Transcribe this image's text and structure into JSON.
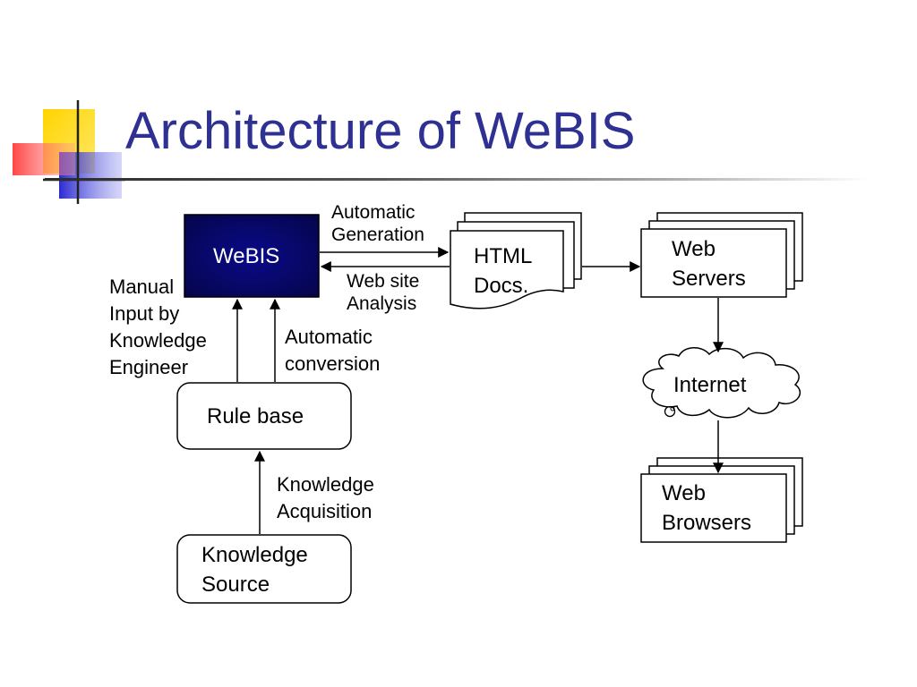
{
  "slide": {
    "title": "Architecture of WeBIS"
  },
  "nodes": {
    "webis": "WeBIS",
    "html_docs": [
      "HTML",
      "Docs."
    ],
    "web_servers": [
      "Web",
      "Servers"
    ],
    "internet": "Internet",
    "web_browsers": [
      "Web",
      "Browsers"
    ],
    "rule_base": "Rule base",
    "knowledge_source": [
      "Knowledge",
      "Source"
    ]
  },
  "edges": {
    "automatic_generation": [
      "Automatic",
      "Generation"
    ],
    "web_site_analysis": [
      "Web site",
      "Analysis"
    ],
    "manual_input": [
      "Manual",
      "Input by",
      "Knowledge",
      "Engineer"
    ],
    "automatic_conversion": [
      "Automatic",
      "conversion"
    ],
    "knowledge_acquisition": [
      "Knowledge",
      "Acquisition"
    ]
  },
  "colors": {
    "title": "#2e3192",
    "webis_fill": "#0c0c6e",
    "webis_text": "#ffffff",
    "deco_yellow": "#ffd400",
    "deco_red": "#ff3333",
    "deco_blue": "#3333cc"
  }
}
